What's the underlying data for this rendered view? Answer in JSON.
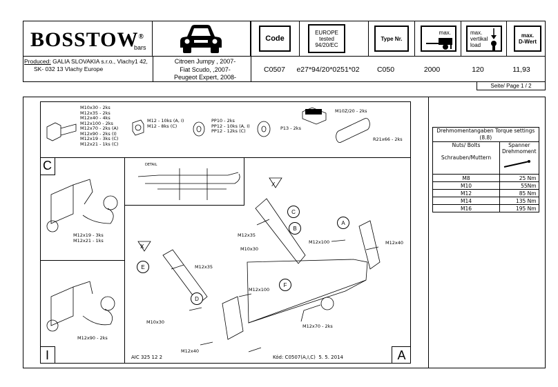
{
  "brand": {
    "name": "BOSSTOW",
    "reg": "®",
    "sub": "bars"
  },
  "producer": {
    "label": "Produced:",
    "line1": " GALIA SLOVAKIA s.r.o., Vlachy1 42,",
    "line2": "SK- 032 13 Vlachy    Europe"
  },
  "vehicles": [
    "Citroen Jumpy , 2007-",
    "Fiat Scudo, ,2007-",
    "Peugeot Expert, 2008-"
  ],
  "columns": {
    "code": {
      "label": "Code",
      "value": "C0507"
    },
    "approval": {
      "line1": "EUROPE",
      "line2": "tested",
      "line3": "94/20/EC",
      "value": "e27*94/20*0251*02"
    },
    "type": {
      "label": "Type Nr.",
      "value": "C050"
    },
    "max_load": {
      "label": "max.",
      "value": "2000"
    },
    "vertical": {
      "line1": "max.",
      "line2": "vertikal",
      "line3": "load",
      "value": "120"
    },
    "dwert": {
      "line1": "max.",
      "line2": "D-Wert",
      "value": "11,93"
    }
  },
  "page": "Seite/ Page  1 / 2",
  "parts": {
    "bolts": "M10x30 - 2ks\nM12x35 - 2ks\nM12x40 - 4ks\nM12x100 - 2ks\nM12x70 - 2ks (A)\nM12x90 - 2ks (I)\nM12x19 - 3ks (C)\nM12x21 - 1ks (C)",
    "nuts": "M12 - 10ks (A, I)\nM12 - 8ks (C)",
    "washers": "PP10 - 2ks\nPP12 - 10ks (A, I)\nPP12 - 12ks (C)",
    "p13": "P13 - 2ks",
    "m10": "M10Z/20 - 2ks",
    "tube": "R21x66 - 2ks"
  },
  "torque": {
    "title": "Drehmomentangaben Torque settings",
    "title2": "(8.8)",
    "col1a": "Nuts/ Bolts",
    "col1b": "Schrauben/Muttern",
    "col2": "Spanner\nDrehmoment",
    "rows": [
      [
        "M8",
        "25 Nm"
      ],
      [
        "M10",
        "55Nm"
      ],
      [
        "M12",
        "85 Nm"
      ],
      [
        "M14",
        "135 Nm"
      ],
      [
        "M16",
        "195 Nm"
      ]
    ]
  },
  "sections": {
    "c": "C",
    "i": "I",
    "a": "A",
    "x": "X"
  },
  "callouts": [
    "A",
    "B",
    "C",
    "D",
    "E",
    "F"
  ],
  "detail": "DETAIL",
  "labels": {
    "m12x19": "M12x19 - 3ks\nM12x21 - 1ks",
    "m12x90": "M12x90 - 2ks",
    "m12x35a": "M12x35",
    "m10x30a": "M10x30",
    "m12x100a": "M12x100",
    "m12x40a": "M12x40",
    "m12x35b": "M12x35",
    "m12x100b": "M12x100",
    "m10x30b": "M10x30",
    "m12x40b": "M12x40",
    "m12x70": "M12x70 - 2ks"
  },
  "footer": {
    "left": "AIC 325 12 2",
    "right": "Kód: C0507(A,I,C)  5. 5. 2014"
  }
}
